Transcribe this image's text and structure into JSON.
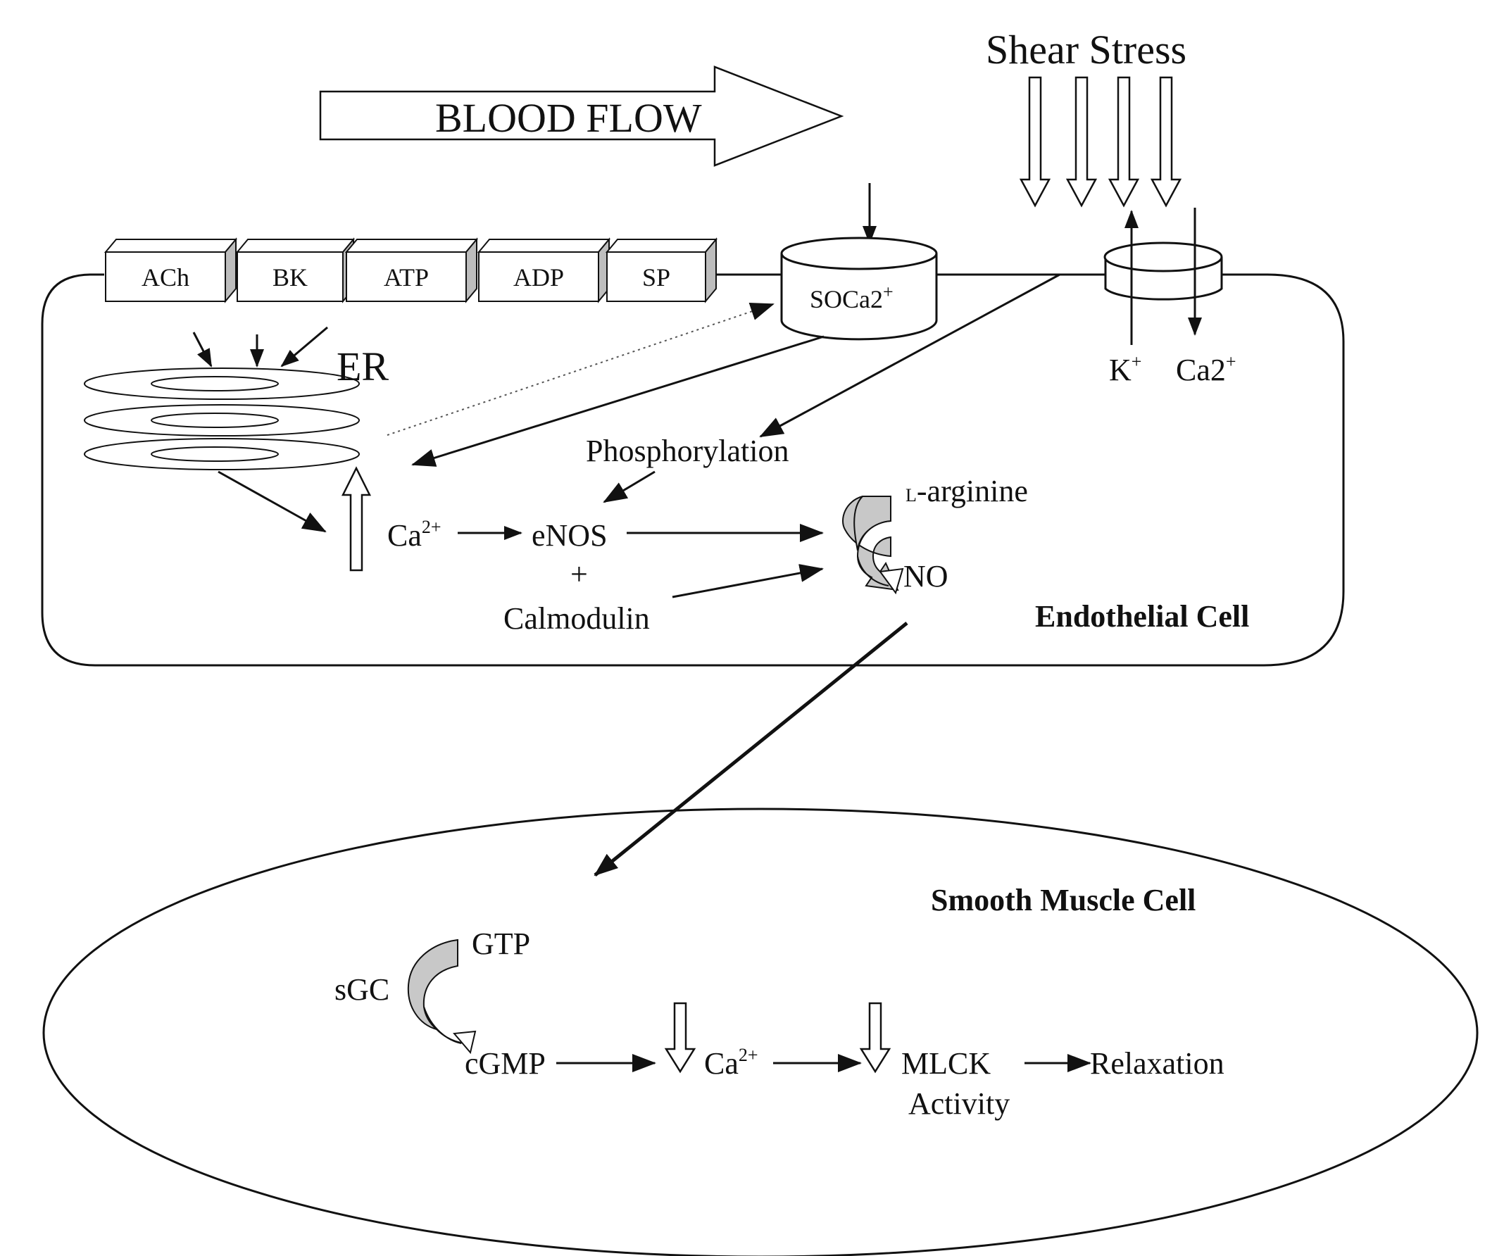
{
  "top": {
    "blood_flow": "BLOOD FLOW",
    "shear_stress": "Shear Stress"
  },
  "receptors": [
    "ACh",
    "BK",
    "ATP",
    "ADP",
    "SP"
  ],
  "endothelial": {
    "soca_base": "SOCa2",
    "soca_sup": "+",
    "er": "ER",
    "k_base": "K",
    "k_sup": "+",
    "ca_channel_base": "Ca2",
    "ca_channel_sup": "+",
    "phosphorylation": "Phosphorylation",
    "ca_base": "Ca",
    "ca_sup": "2+",
    "enos": "eNOS",
    "plus": "+",
    "calmodulin": "Calmodulin",
    "l_arginine_prefix": "L",
    "l_arginine": "-arginine",
    "no": "NO",
    "cell_label": "Endothelial Cell"
  },
  "smooth_muscle": {
    "cell_label": "Smooth Muscle Cell",
    "gtp": "GTP",
    "sgc": "sGC",
    "cgmp": "cGMP",
    "ca_base": "Ca",
    "ca_sup": "2+",
    "mlck": "MLCK",
    "activity": "Activity",
    "relaxation": "Relaxation"
  },
  "colors": {
    "line": "#111111",
    "curved_arrow_fill": "#c8c8c8",
    "background": "#ffffff"
  }
}
